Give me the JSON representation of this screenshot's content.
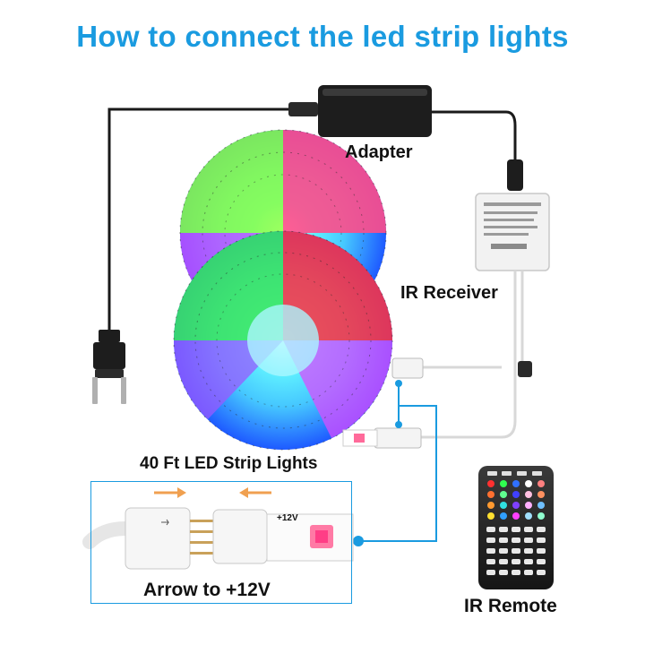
{
  "title": "How to connect the led  strip lights",
  "labels": {
    "adapter": "Adapter",
    "ir_receiver": "IR Receiver",
    "strip_lights": "40 Ft LED Strip Lights",
    "ir_remote": "IR Remote"
  },
  "inset": {
    "caption": "Arrow to +12V",
    "voltage_mark": "+12V"
  },
  "colors": {
    "title": "#1a9be0",
    "callout_line": "#1a9be0",
    "arrow": "#f0a050",
    "cable": "#1a1a1a"
  }
}
